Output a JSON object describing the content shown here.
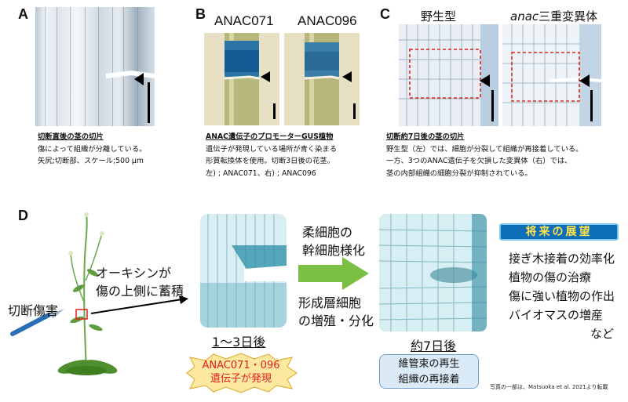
{
  "panels": {
    "A": {
      "label": "A",
      "caption_title": "切断直後の茎の切片",
      "caption_lines": [
        "傷によって組織が分離している。",
        "矢尻;切断部、スケール;500 μm"
      ]
    },
    "B": {
      "label": "B",
      "col1": "ANAC071",
      "col2": "ANAC096",
      "caption_title": "ANAC遺伝子のプロモーターGUS植物",
      "caption_lines": [
        "遺伝子が発現している場所が青く染まる",
        "形質転換体を使用。切断3日後の花茎。",
        "左) ; ANAC071、右) ; ANAC096"
      ]
    },
    "C": {
      "label": "C",
      "col1": "野生型",
      "col2_italic": "anac",
      "col2_rest": "三重変異体",
      "caption_title": "切断約7日後の茎の切片",
      "caption_lines": [
        "野生型（左）では、細胞が分裂して組織が再接着している。",
        "一方、3つのANAC遺伝子を欠損した変異体（右）では、",
        "茎の内部組織の細胞分裂が抑制されている。"
      ]
    },
    "D": {
      "label": "D",
      "cut_label": "切断傷害",
      "auxin_lines": [
        "オーキシンが",
        "傷の上側に蓄積"
      ],
      "day1_label": "1〜3日後",
      "gene_lines": [
        "ANAC071・096",
        "遺伝子が発現"
      ],
      "arrow_top_lines": [
        "柔細胞の",
        "幹細胞様化"
      ],
      "arrow_bottom_lines": [
        "形成層細胞",
        "の増殖・分化"
      ],
      "day7_label": "約7日後",
      "regen_lines": [
        "維管束の再生",
        "組織の再接着"
      ],
      "prospect_title": "将来の展望",
      "prospect_items": [
        "接ぎ木接着の効率化",
        "植物の傷の治療",
        "傷に強い植物の作出",
        "バイオマスの増産",
        "など"
      ],
      "credit": "写真の一部は、Matsuoka et al. 2021より転載"
    }
  },
  "colors": {
    "gus_blue": "#1f6fa8",
    "red_box": "#e0201a",
    "green_arrow": "#7cc043",
    "gene_text": "#e02020",
    "gene_bg": "#fdeaa0",
    "regen_bg": "#dbeaf7",
    "prospect_bg": "#0e6fb8",
    "prospect_text": "#ffe34a"
  }
}
